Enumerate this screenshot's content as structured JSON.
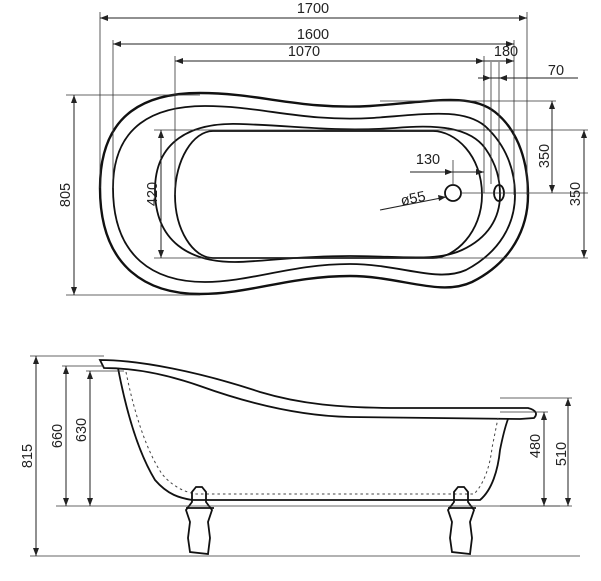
{
  "top_view": {
    "dims": {
      "overall_length": "1700",
      "rim_length": "1600",
      "inner_length": "1070",
      "offset_right": "180",
      "offset_small": "70",
      "drain_offset": "130",
      "drain_diameter": "ø55",
      "overall_width": "805",
      "inner_width": "420",
      "half_width_upper": "350",
      "half_width_lower": "350"
    }
  },
  "side_view": {
    "dims": {
      "total_height": "815",
      "height_head": "660",
      "height_inner": "630",
      "height_inner_foot": "480",
      "height_foot_end": "510"
    }
  },
  "colors": {
    "line": "#111111",
    "background": "#ffffff"
  }
}
